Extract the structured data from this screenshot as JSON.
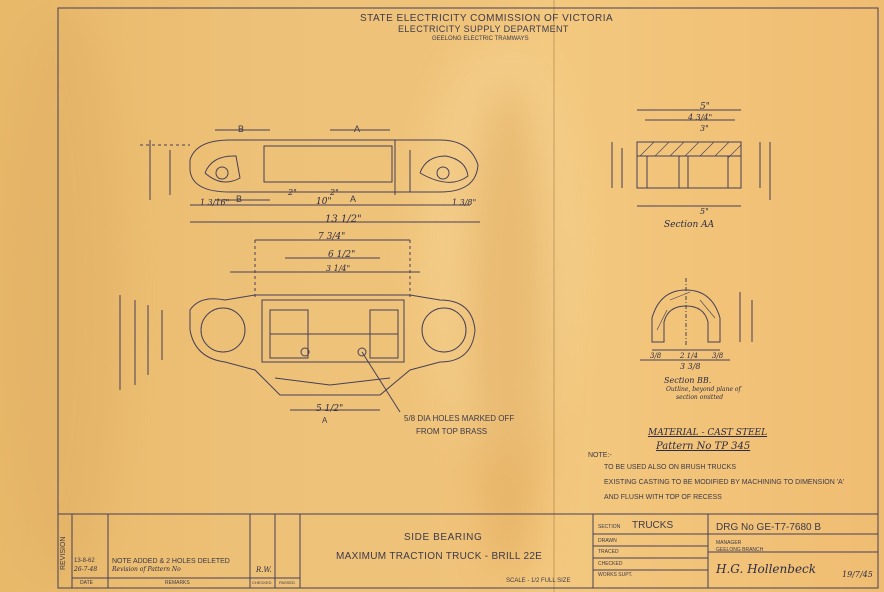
{
  "header": {
    "line1": "STATE ELECTRICITY COMMISSION OF VICTORIA",
    "line2": "ELECTRICITY SUPPLY DEPARTMENT",
    "line3": "GEELONG ELECTRIC TRAMWAYS"
  },
  "plan_view": {
    "section_marks": [
      "B",
      "A",
      "B",
      "A"
    ],
    "dims_bottom": [
      "1 3/16\"",
      "2\"",
      "2\"",
      "10\"",
      "1 3/8\"",
      "13 1/2\""
    ]
  },
  "elevation_view": {
    "dims_top": [
      "7 3/4\"",
      "6 1/2\"",
      "3 1/4\""
    ],
    "bottom_dims": [
      "5 1/2\"",
      "A"
    ]
  },
  "callout": {
    "line1": "5/8 DIA HOLES MARKED OFF",
    "line2": "FROM TOP BRASS"
  },
  "section_aa": {
    "label": "Section AA",
    "dims": [
      "5\"",
      "4 3/4\"",
      "3\"",
      "5\""
    ]
  },
  "section_bb": {
    "label": "Section BB.",
    "note_line1": "Outline, beyond plane of",
    "note_line2": "section omitted",
    "dims": [
      "3/8",
      "2 1/4",
      "3/8",
      "3 3/8"
    ]
  },
  "material": {
    "line1": "MATERIAL - CAST STEEL",
    "line2": "Pattern No TP 345"
  },
  "notes": {
    "heading": "NOTE:-",
    "line1": "TO BE USED ALSO ON BRUSH TRUCKS",
    "line2": "EXISTING CASTING TO BE MODIFIED BY MACHINING TO DIMENSION 'A'",
    "line3": "AND FLUSH WITH TOP OF RECESS"
  },
  "title_block": {
    "revision_label": "REVISION",
    "revision_date": "13-8-62",
    "revision_date2": "26-7-48",
    "revision_note": "NOTE ADDED & 2 HOLES DELETED",
    "revision_note2": "Revision of Pattern No",
    "date_label": "DATE",
    "remarks_label": "REMARKS",
    "initials": "R.W.",
    "col_a": "CHECKED",
    "col_b": "PASSED",
    "title1": "SIDE BEARING",
    "title2": "MAXIMUM TRACTION TRUCK - BRILL 22E",
    "scale": "SCALE - 1/2 FULL SIZE",
    "section_label": "SECTION",
    "section_value": "TRUCKS",
    "drawn_label": "DRAWN",
    "traced_label": "TRACED",
    "checked_label": "CHECKED",
    "works_supt_label": "WORKS SUPT.",
    "drawing_no": "DRG No GE-T7-7680 B",
    "manager_label": "MANAGER",
    "branch_label": "GEELONG BRANCH",
    "signature": "H.G. Hollenbeck",
    "sign_date": "19/7/45"
  },
  "colors": {
    "paper": "#efbf74",
    "ink": "#3d3a4a"
  }
}
